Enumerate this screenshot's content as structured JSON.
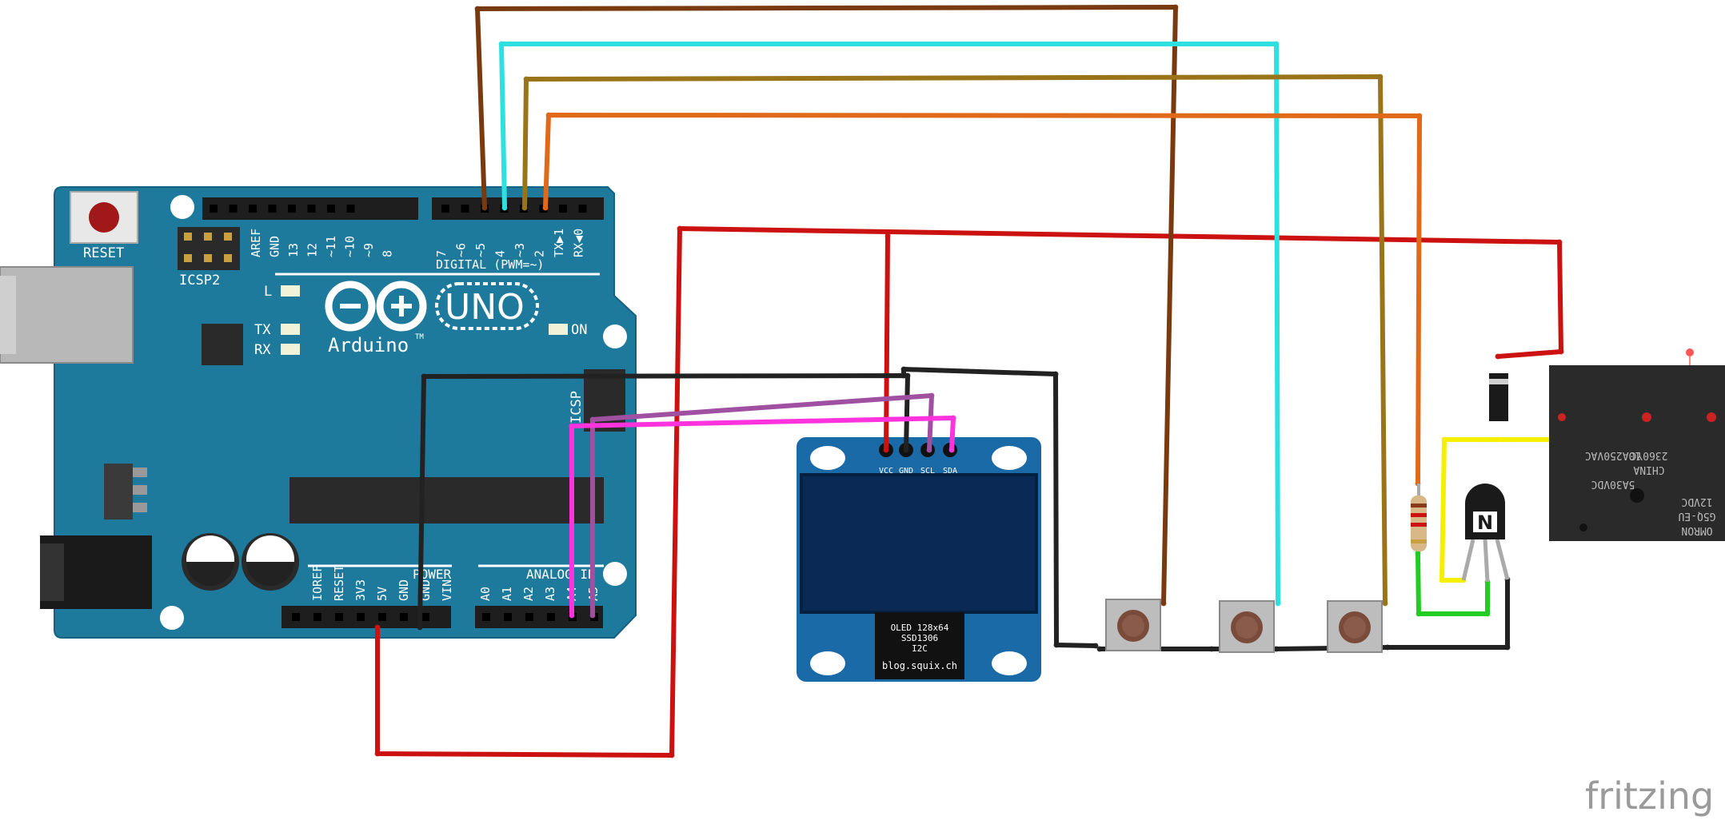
{
  "arduino": {
    "reset_label": "RESET",
    "icsp2_label": "ICSP2",
    "icsp_label": "ICSP",
    "uno_label": "UNO",
    "brand_label": "Arduino",
    "tm_label": "TM",
    "on_label": "ON",
    "l_label": "L",
    "tx_label": "TX",
    "rx_label": "RX",
    "digital_label": "DIGITAL (PWM=~)",
    "power_label": "POWER",
    "analog_label": "ANALOG IN",
    "top_pins_left": [
      "AREF",
      "GND",
      "13",
      "12",
      "~11",
      "~10",
      "~9",
      "8"
    ],
    "top_pins_right": [
      "7",
      "~6",
      "~5",
      "4",
      "~3",
      "2",
      "TX▶1",
      "RX◀0"
    ],
    "power_pins": [
      "IOREF",
      "RESET",
      "3V3",
      "5V",
      "GND",
      "GND",
      "VIN"
    ],
    "analog_pins": [
      "A0",
      "A1",
      "A2",
      "A3",
      "A4",
      "A5"
    ]
  },
  "oled": {
    "pins": [
      "VCC",
      "GND",
      "SCL",
      "SDA"
    ],
    "line1": "OLED 128x64",
    "line2": "SSD1306",
    "line3": "I2C",
    "site": "blog.squix.ch"
  },
  "relay": {
    "lines": [
      "OMRON",
      "G5Q-EU",
      "12VDC",
      "CHINA",
      "2360YC",
      "5A30VDC",
      "10A250VAC"
    ]
  },
  "transistor": {
    "label": "N"
  },
  "watermark": "fritzing",
  "colors": {
    "board": "#1e7a9c",
    "wire_red": "#cc1111",
    "wire_black": "#222222",
    "wire_brown": "#7a3a10",
    "wire_cyan": "#2ee0e0",
    "wire_olive": "#9a7418",
    "wire_orange": "#e06a1a",
    "wire_purple": "#a050a0",
    "wire_magenta": "#ff33dd",
    "wire_yellow": "#f5f000",
    "wire_green": "#22cc22",
    "oled_pcb": "#1a6aa8",
    "oled_screen": "#0a2a55"
  }
}
